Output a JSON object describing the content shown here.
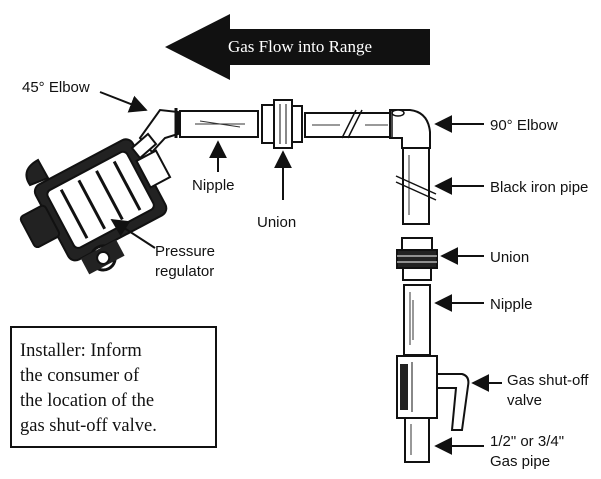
{
  "flow_arrow": {
    "label": "Gas Flow into Range",
    "color": "#111111"
  },
  "labels": {
    "elbow_45": "45° Elbow",
    "nipple_top": "Nipple",
    "union_top": "Union",
    "pressure_regulator_line1": "Pressure",
    "pressure_regulator_line2": "regulator",
    "elbow_90": "90° Elbow",
    "black_iron_pipe": "Black iron pipe",
    "union_right": "Union",
    "nipple_right": "Nipple",
    "shutoff_line1": "Gas shut-off",
    "shutoff_line2": "valve",
    "gas_pipe_line1": "1/2\" or 3/4\"",
    "gas_pipe_line2": "Gas pipe"
  },
  "note": {
    "lines": [
      "Installer: Inform",
      "the consumer of",
      "the location of the",
      "gas shut-off valve."
    ]
  }
}
